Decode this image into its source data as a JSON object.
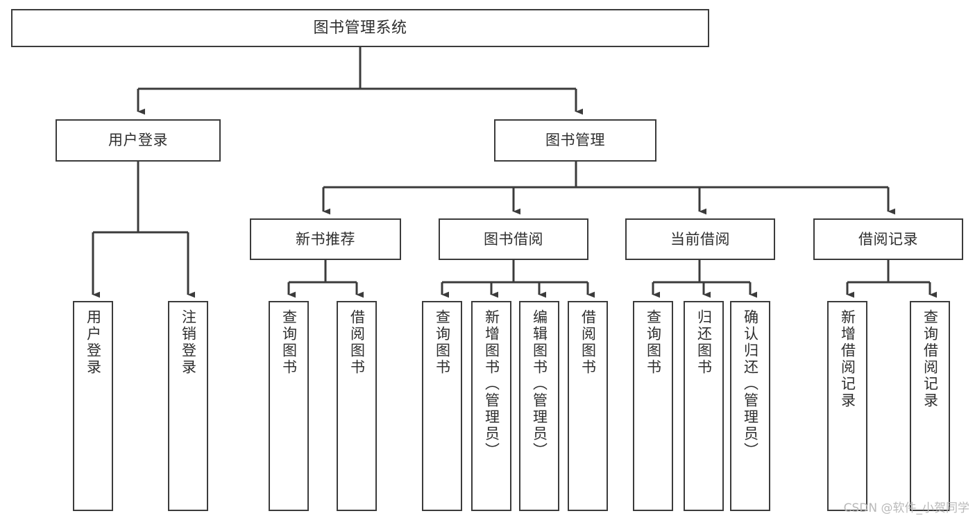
{
  "diagram": {
    "title": "图书管理系统",
    "type": "functional-structure-tree",
    "colors": {
      "box_border": "#3b3b3b",
      "box_fill": "#ffffff",
      "connector": "#3b3b3b",
      "text": "#2e2e2e",
      "watermark": "#b9b9b9",
      "background": "#ffffff"
    },
    "root": {
      "label": "图书管理系统"
    },
    "level2": [
      {
        "label": "用户登录"
      },
      {
        "label": "图书管理"
      }
    ],
    "level3": [
      {
        "label": "新书推荐"
      },
      {
        "label": "图书借阅"
      },
      {
        "label": "当前借阅"
      },
      {
        "label": "借阅记录"
      }
    ],
    "leaves": {
      "user_login": [
        {
          "label": "用户登录"
        },
        {
          "label": "注销登录"
        }
      ],
      "new_book_recommend": [
        {
          "label": "查询图书"
        },
        {
          "label": "借阅图书"
        }
      ],
      "book_borrow": [
        {
          "label": "查询图书"
        },
        {
          "label": "新增图书（管理员）"
        },
        {
          "label": "编辑图书（管理员）"
        },
        {
          "label": "借阅图书"
        }
      ],
      "current_borrow": [
        {
          "label": "查询图书"
        },
        {
          "label": "归还图书"
        },
        {
          "label": "确认归还（管理员）"
        }
      ],
      "borrow_record": [
        {
          "label": "新增借阅记录"
        },
        {
          "label": "查询借阅记录"
        }
      ]
    },
    "watermark": "CSDN @软件_小贺同学"
  }
}
